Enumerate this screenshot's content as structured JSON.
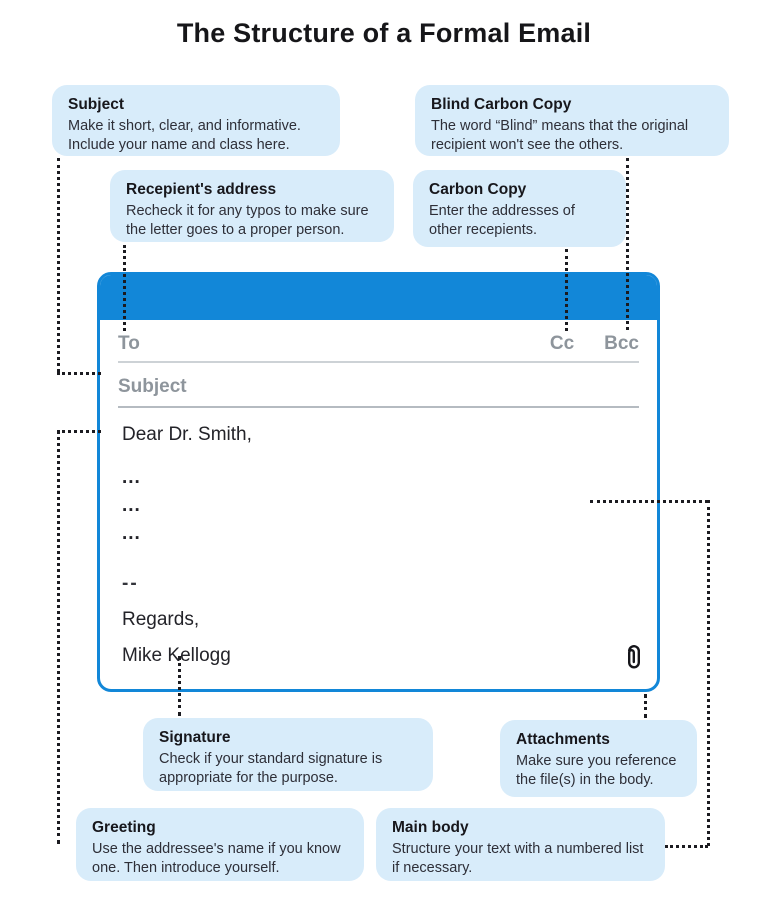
{
  "title": "The Structure of a Formal Email",
  "callouts": {
    "subject": {
      "title": "Subject",
      "body": "Make it short, clear, and informative. Include your name and class here."
    },
    "blind_carbon_copy": {
      "title": "Blind Carbon Copy",
      "body": "The word “Blind” means that the original recipient won't see the others."
    },
    "recipient_address": {
      "title": "Recepient's address",
      "body": "Recheck it for any typos to make sure the letter goes to a proper person."
    },
    "carbon_copy": {
      "title": "Carbon Copy",
      "body": "Enter the addresses of other recepients."
    },
    "signature": {
      "title": "Signature",
      "body": "Check if your standard signature is appropriate for the purpose."
    },
    "attachments": {
      "title": "Attachments",
      "body": "Make sure you reference the file(s) in the body."
    },
    "greeting": {
      "title": "Greeting",
      "body": "Use the addressee's name if you know one. Then introduce yourself."
    },
    "main_body": {
      "title": "Main body",
      "body": "Structure your text with a numbered list if necessary."
    }
  },
  "email": {
    "to_label": "To",
    "cc_label": "Cc",
    "bcc_label": "Bcc",
    "subject_label": "Subject",
    "body": {
      "dear": "Dear Dr. Smith,",
      "ellipsis1": "...",
      "ellipsis2": "...",
      "ellipsis3": "...",
      "divider": "--",
      "regards": "Regards,",
      "name": "Mike Kellogg"
    },
    "attachment_icon": "paperclip-icon"
  },
  "colors": {
    "accent_blue": "#1287d8",
    "callout_bg": "#d8ecfa",
    "field_gray": "#8e959c",
    "text_dark": "#232329"
  }
}
